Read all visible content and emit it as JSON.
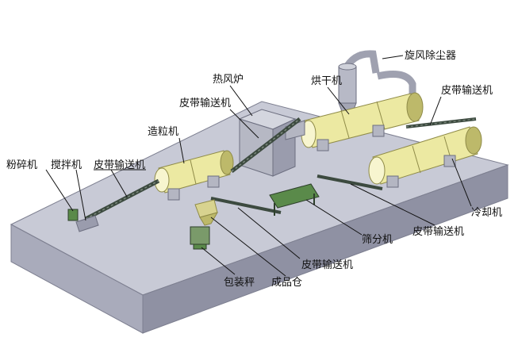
{
  "colors": {
    "platform_top": "#c8cad6",
    "platform_front": "#a9abbb",
    "platform_side": "#8f91a3",
    "drum_yellow": "#ece9a2",
    "drum_yellow_dark": "#bdb96a",
    "drum_yellow_light": "#f7f5cf",
    "conveyor": "#3c4a3f",
    "equipment_grey": "#b4b6c2",
    "equipment_green": "#5a8a4a",
    "line": "#111111"
  },
  "labels": {
    "cyclone": "旋风除尘器",
    "hot_air_furnace": "热风炉",
    "belt_conveyor_1": "皮带输送机",
    "dryer": "烘干机",
    "belt_conveyor_2": "皮带输送机",
    "granulator": "造粒机",
    "crusher": "粉碎机",
    "mixer": "搅拌机",
    "belt_conveyor_3": "皮带输送机",
    "cooler": "冷却机",
    "belt_conveyor_4": "皮带输送机",
    "screener": "筛分机",
    "belt_conveyor_5": "皮带输送机",
    "packing_scale": "包装秤",
    "product_bin": "成品仓"
  }
}
